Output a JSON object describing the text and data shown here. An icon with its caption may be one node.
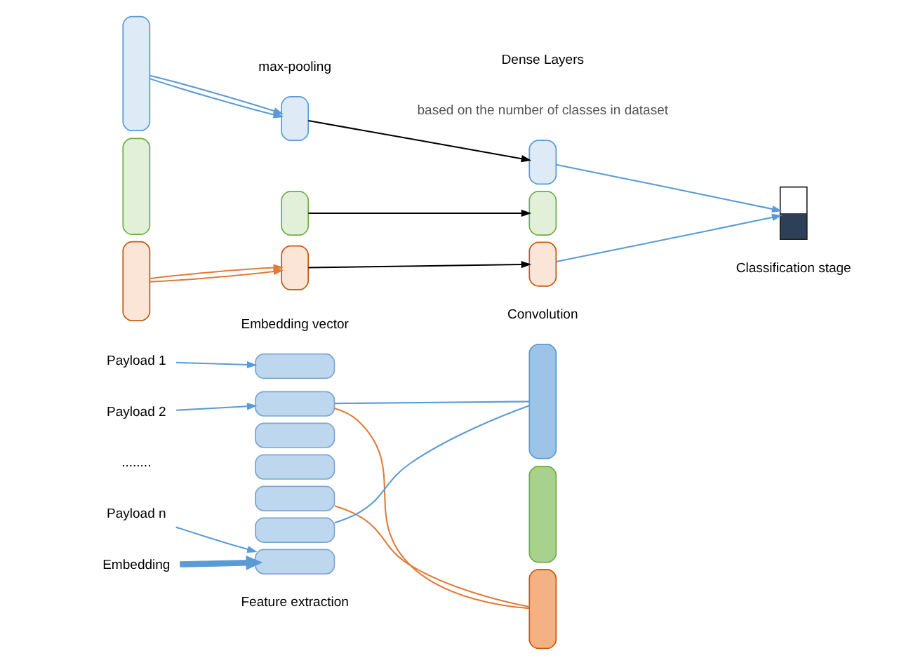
{
  "diagram": {
    "nodes": [
      {
        "text": [
          "Payload 1"
        ]
      },
      {
        "text": [
          "Payload 2"
        ]
      },
      {
        "text": [
          "Payload n"
        ]
      },
      {
        "text": [],
        "shape": "bar"
      },
      {
        "text": [],
        "shape": "bar"
      },
      {
        "text": [],
        "shape": "bar"
      },
      {
        "text": [],
        "shape": "bar"
      },
      {
        "text": [],
        "shape": "bar"
      },
      {
        "text": [],
        "shape": "bar"
      },
      {
        "text": [],
        "shape": "bar"
      },
      {
        "text": [],
        "shape": "bar"
      },
      {
        "text": [],
        "shape": "bar"
      },
      {
        "text": [],
        "shape": "bar"
      },
      {
        "text": [],
        "shape": "bar"
      },
      {
        "text": [],
        "shape": "bar"
      },
      {
        "text": [],
        "shape": "bar"
      },
      {
        "text": [],
        "shape": "bar"
      },
      {
        "text": [],
        "shape": "bar"
      },
      {
        "text": [],
        "shape": "bar"
      },
      {
        "text": [],
        "shape": "bar"
      },
      {
        "text": [],
        "shape": "bar"
      },
      {
        "text": [],
        "shape": "bar"
      },
      {
        "text": [],
        "shape": "box"
      },
      {
        "text": [
          "Embedding"
        ]
      }
    ],
    "edges": [
      {
        "from": 0,
        "to": 3,
        "arrow": "to"
      },
      {
        "from": 1,
        "to": 4,
        "arrow": "to"
      },
      {
        "from": 2,
        "to": 9,
        "arrow": "to"
      },
      {
        "from": 4,
        "to": 10,
        "arrow": "none"
      },
      {
        "from": 8,
        "to": 10,
        "arrow": "none"
      },
      {
        "from": 4,
        "to": 14,
        "arrow": "none",
        "color": "#e07b39"
      },
      {
        "from": 7,
        "to": 14,
        "arrow": "none",
        "color": "#e07b39"
      },
      {
        "from": 11,
        "to": 16,
        "arrow": "to"
      },
      {
        "from": 11,
        "to": 16,
        "arrow": "to"
      },
      {
        "from": 15,
        "to": 18,
        "arrow": "to",
        "color": "#e07b39"
      },
      {
        "from": 15,
        "to": 18,
        "arrow": "to",
        "color": "#e07b39"
      },
      {
        "from": 16,
        "to": 19,
        "arrow": "to",
        "color": "#000000"
      },
      {
        "from": 17,
        "to": 20,
        "arrow": "to",
        "color": "#000000"
      },
      {
        "from": 18,
        "to": 21,
        "arrow": "to",
        "color": "#000000"
      },
      {
        "from": 19,
        "to": 22,
        "arrow": "to"
      },
      {
        "from": 21,
        "to": 22,
        "arrow": "to"
      },
      {
        "from": 23,
        "to": 9,
        "arrow": "to",
        "style": "thick"
      }
    ],
    "labels": [
      "Convolution",
      "Embedding vector",
      "max-pooling",
      "Dense Layers",
      "based on the number of classes in dataset",
      "........",
      "Feature extraction",
      "Classification stage"
    ]
  }
}
